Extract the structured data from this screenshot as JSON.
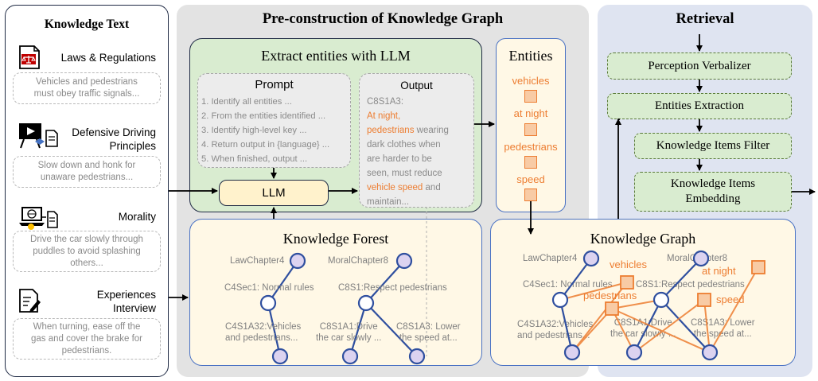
{
  "knowledge_text": {
    "title": "Knowledge Text",
    "sources": [
      {
        "label_lines": [
          "Laws & Regulations"
        ],
        "text_lines": [
          "Vehicles and pedestrians",
          "must obey traffic signals..."
        ],
        "icon": "law-icon"
      },
      {
        "label_lines": [
          "Defensive Driving",
          "Principles"
        ],
        "text_lines": [
          "Slow down and honk for",
          "unaware pedestrians..."
        ],
        "icon": "presentation-icon"
      },
      {
        "label_lines": [
          "Morality"
        ],
        "text_lines": [
          "Drive the car slowly through",
          "puddles to avoid splashing",
          "others..."
        ],
        "icon": "laptop-icon"
      },
      {
        "label_lines": [
          "Experiences",
          "Interview"
        ],
        "text_lines": [
          "When turning, ease off the",
          "gas and cover the brake for",
          "pedestrians."
        ],
        "icon": "interview-icon"
      }
    ]
  },
  "preconstruction": {
    "title": "Pre-construction of Knowledge Graph",
    "extract": {
      "title": "Extract entities with LLM",
      "prompt_title": "Prompt",
      "prompt_lines": [
        "1. Identify all entities ...",
        "2. From the entities identified ...",
        "3. Identify high-level key ...",
        "4. Return output in {language} ...",
        "5. When finished, output ..."
      ],
      "output_title": "Output",
      "output_lines": [
        [
          {
            "t": "C8S1A3:",
            "hl": false
          }
        ],
        [
          {
            "t": "At night,",
            "hl": true
          }
        ],
        [
          {
            "t": "pedestrians",
            "hl": true
          },
          {
            "t": " wearing",
            "hl": false
          }
        ],
        [
          {
            "t": "dark clothes when",
            "hl": false
          }
        ],
        [
          {
            "t": "are harder to be",
            "hl": false
          }
        ],
        [
          {
            "t": "seen, must reduce",
            "hl": false
          }
        ],
        [
          {
            "t": "vehicle speed",
            "hl": true
          },
          {
            "t": " and",
            "hl": false
          }
        ],
        [
          {
            "t": "maintain...",
            "hl": false
          }
        ]
      ],
      "llm_label": "LLM"
    },
    "entities": {
      "title": "Entities",
      "items": [
        "vehicles",
        "at night",
        "pedestrians",
        "speed"
      ]
    },
    "forest": {
      "title": "Knowledge Forest",
      "nodes": {
        "law_chapter": "LawChapter4",
        "moral_chapter": "MoralChapter8",
        "law_section": "C4Sec1: Normal rules",
        "moral_section": "C8S1:Respect pedestrians",
        "law_article_lines": [
          "C4S1A32:Vehicles",
          "and pedestrians..."
        ],
        "moral_article1_lines": [
          "C8S1A1:Drive",
          "the car slowly ..."
        ],
        "moral_article3_lines": [
          "C8S1A3: Lower",
          "the speed at..."
        ]
      }
    }
  },
  "graph": {
    "title": "Knowledge Graph",
    "nodes": {
      "law_chapter": "LawChapter4",
      "moral_chapter": "MoralChapter8",
      "law_section": "C4Sec1: Normal rules",
      "moral_section": "C8S1:Respect pedestrians",
      "law_article_lines": [
        "C4S1A32:Vehicles",
        "and pedestrians..."
      ],
      "moral_article1_lines": [
        "C8S1A1:Drive",
        "the car slowly ..."
      ],
      "moral_article3_lines": [
        "C8S1A3: Lower",
        "the speed at..."
      ]
    },
    "entities": [
      "vehicles",
      "at night",
      "pedestrians",
      "speed"
    ]
  },
  "retrieval": {
    "title": "Retrieval",
    "steps": [
      [
        "Perception Verbalizer"
      ],
      [
        "Entities Extraction"
      ],
      [
        "Knowledge Items Filter"
      ],
      [
        "Knowledge Items",
        "Embedding"
      ]
    ]
  },
  "colors": {
    "tree_node_fill": "#dcd3f0",
    "tree_stroke": "#2f4f9f",
    "entity_orange": "#ed7d31",
    "entity_fill": "#f8cba5"
  }
}
